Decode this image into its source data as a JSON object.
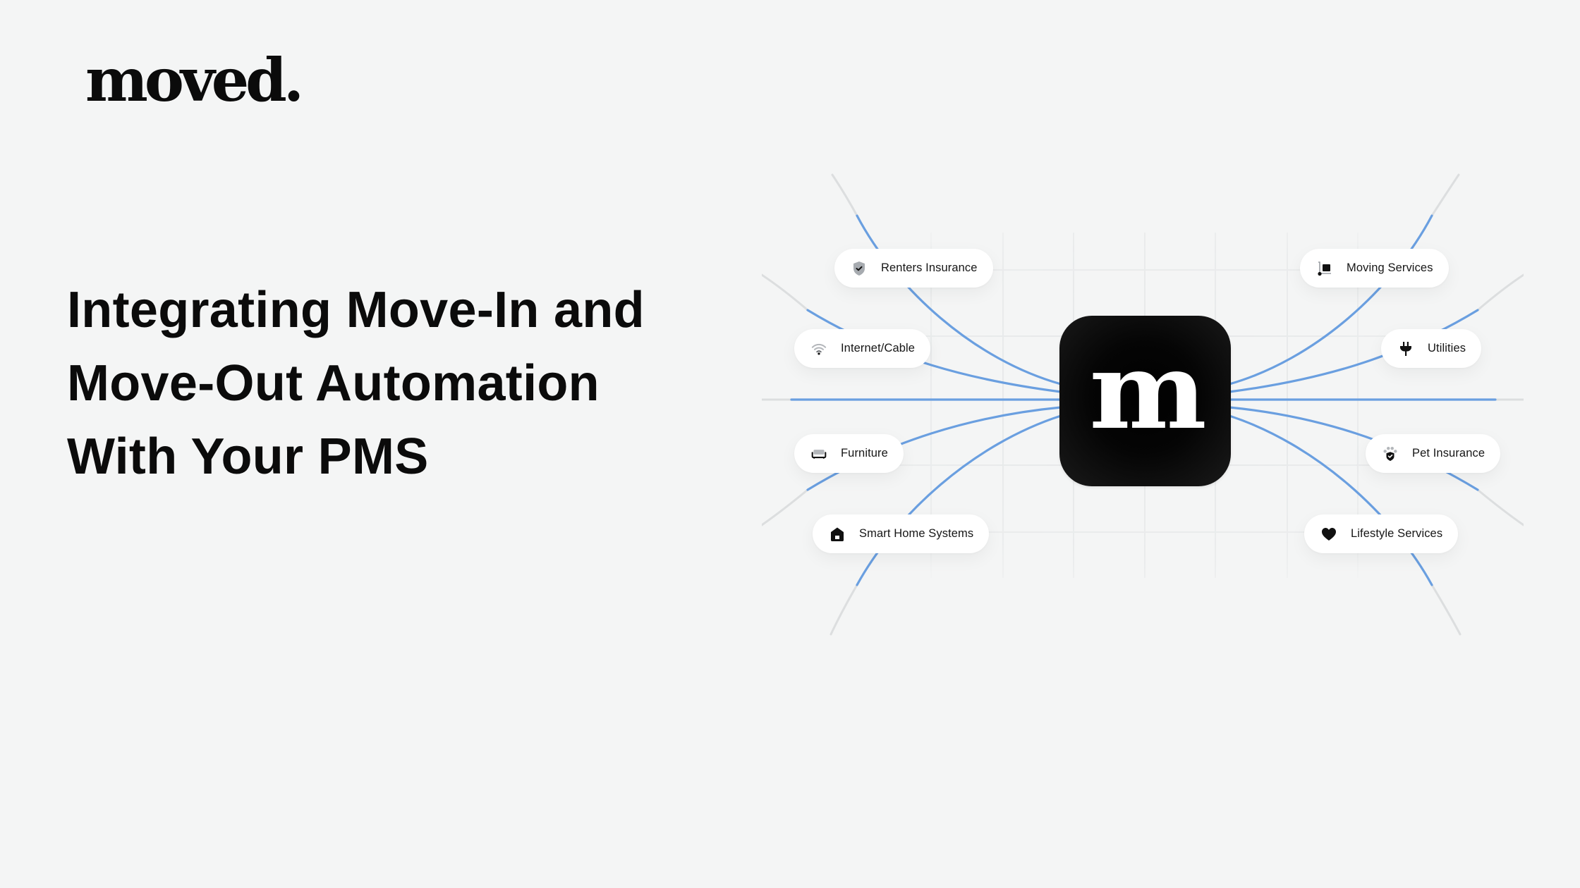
{
  "brand": {
    "logo_text": "moved."
  },
  "hero": {
    "title_lines": [
      "Integrating Move-In and",
      "Move-Out Automation",
      "With Your PMS"
    ]
  },
  "diagram": {
    "hub_letter": "m",
    "colors": {
      "background": "#f4f5f5",
      "connector_active": "#6a9fe0",
      "connector_faded": "#dcdedf",
      "grid": "#e6e8e9",
      "hub": "#0a0a0a"
    },
    "services": [
      {
        "label": "Renters Insurance",
        "icon": "shield-check-icon",
        "side": "left"
      },
      {
        "label": "Internet/Cable",
        "icon": "wifi-icon",
        "side": "left"
      },
      {
        "label": "Furniture",
        "icon": "sofa-icon",
        "side": "left"
      },
      {
        "label": "Smart Home Systems",
        "icon": "smart-home-icon",
        "side": "left"
      },
      {
        "label": "Moving Services",
        "icon": "hand-truck-icon",
        "side": "right"
      },
      {
        "label": "Utilities",
        "icon": "plug-icon",
        "side": "right"
      },
      {
        "label": "Pet Insurance",
        "icon": "pet-shield-icon",
        "side": "right"
      },
      {
        "label": "Lifestyle Services",
        "icon": "heart-icon",
        "side": "right"
      }
    ]
  }
}
